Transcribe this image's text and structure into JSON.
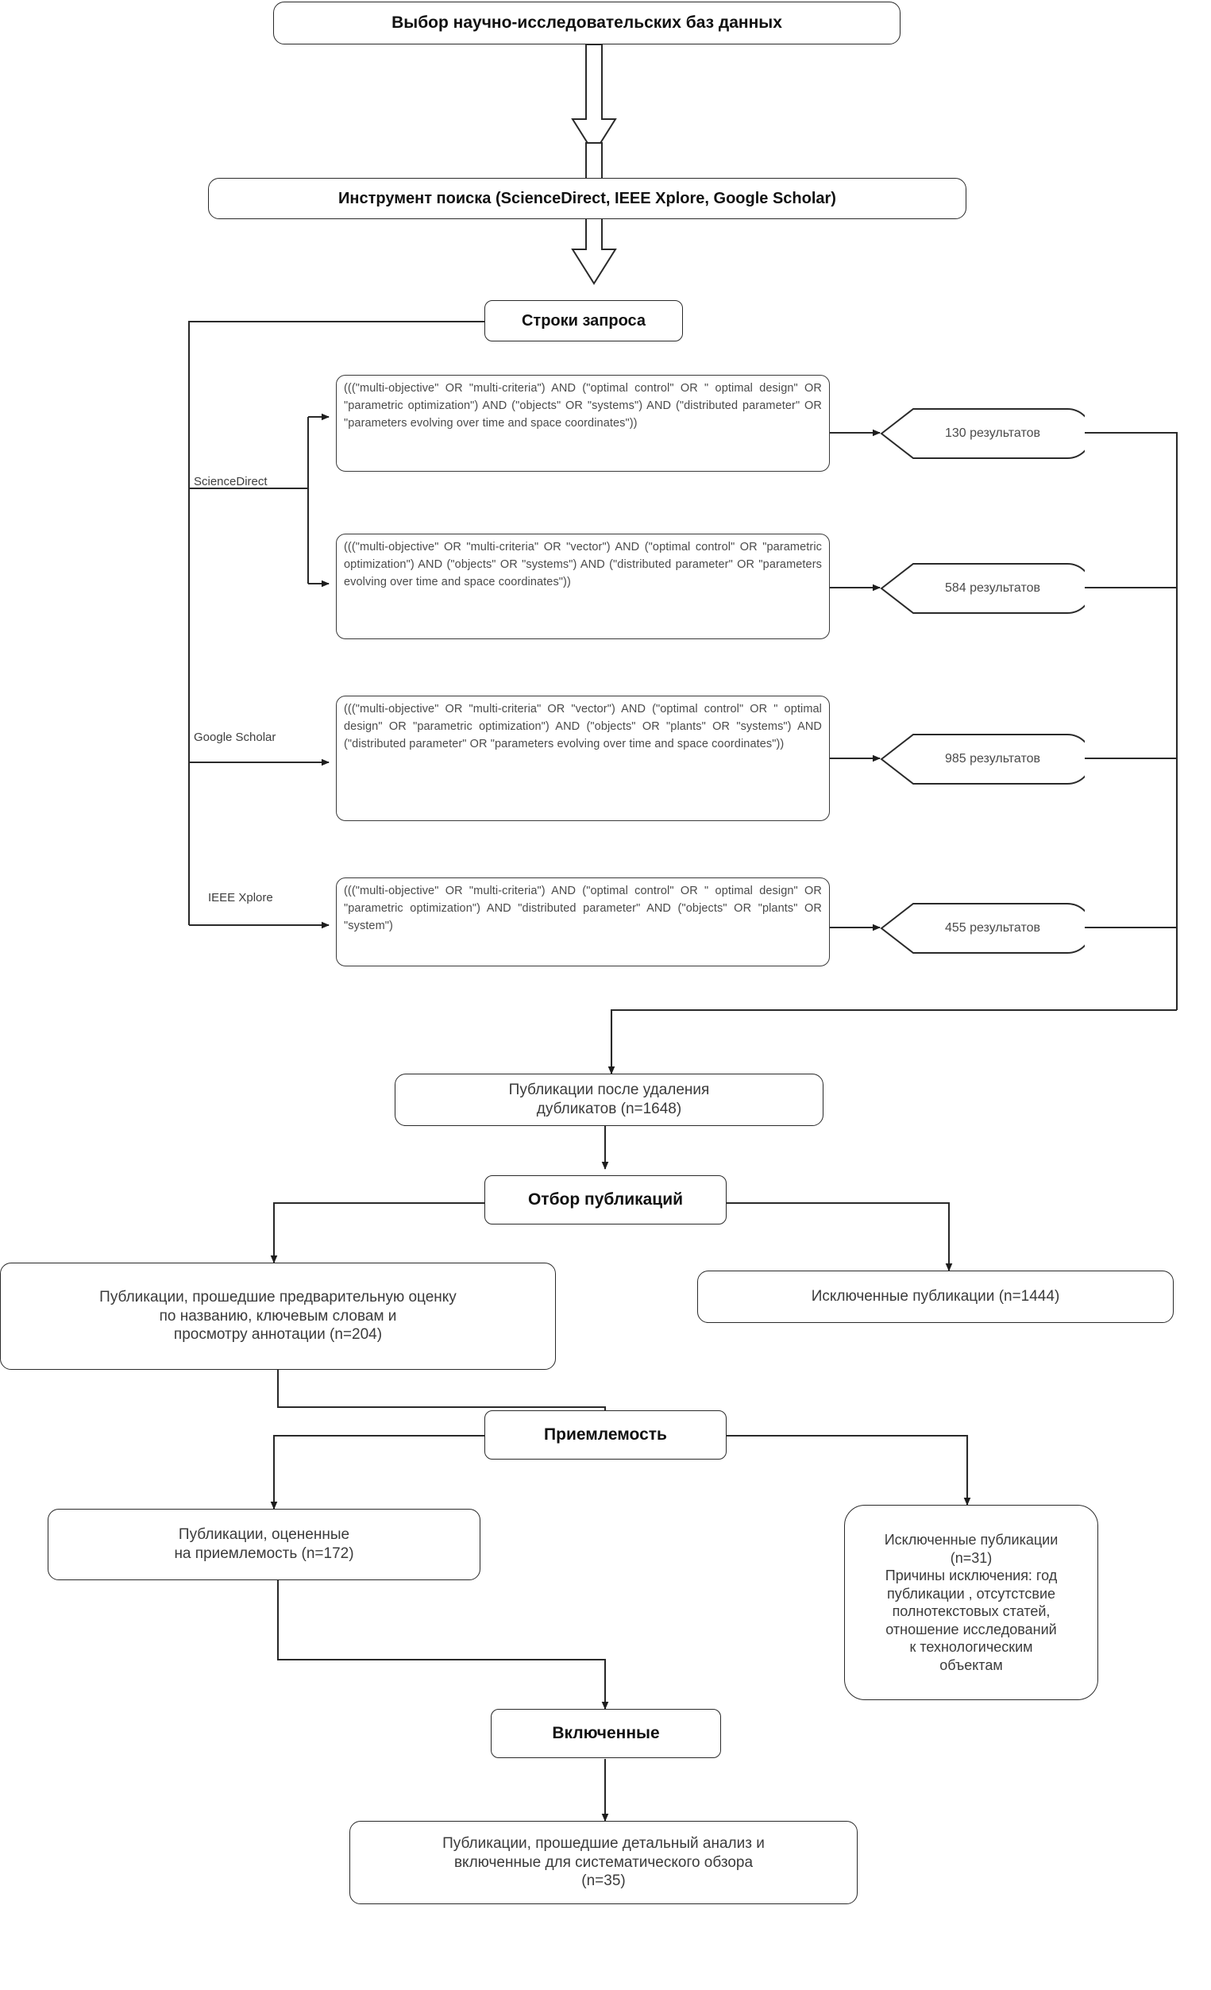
{
  "diagram": {
    "title_node": "Выбор научно-исследовательских баз данных",
    "search_tool_node": "Инструмент поиска (ScienceDirect, IEEE Xplore, Google Scholar)",
    "query_strings_node": "Строки запроса",
    "screening_stage": "Отбор публикаций",
    "eligibility_stage": "Приемлемость",
    "included_stage": "Включенные"
  },
  "databases": [
    {
      "name": "ScienceDirect"
    },
    {
      "name": "Google Scholar"
    },
    {
      "name": "IEEE Xplore"
    }
  ],
  "queries": [
    {
      "id": "query-1",
      "database": "ScienceDirect",
      "text": "(((\"multi-objective\" OR \"multi-criteria\") AND (\"optimal control\" OR \" optimal design\" OR \"parametric optimization\") AND (\"objects\" OR \"systems\") AND (\"distributed parameter\" OR \"parameters evolving over time and space coordinates\"))",
      "results": "130 результатов"
    },
    {
      "id": "query-2",
      "database": "ScienceDirect",
      "text": "(((\"multi-objective\" OR \"multi-criteria\" OR \"vector\") AND (\"optimal control\" OR \"parametric optimization\") AND (\"objects\" OR \"systems\") AND (\"distributed parameter\" OR \"parameters evolving over time and space coordinates\"))",
      "results": "584 результатов"
    },
    {
      "id": "query-3",
      "database": "Google Scholar",
      "text": "(((\"multi-objective\" OR \"multi-criteria\" OR \"vector\") AND (\"optimal control\" OR \" optimal design\" OR \"parametric optimization\") AND (\"objects\" OR \"plants\" OR \"systems\") AND (\"distributed parameter\" OR \"parameters evolving over time and space coordinates\"))",
      "results": "985 результатов"
    },
    {
      "id": "query-4",
      "database": "IEEE Xplore",
      "text": "(((\"multi-objective\" OR \"multi-criteria\") AND (\"optimal control\" OR \" optimal design\" OR \"parametric optimization\") AND \"distributed parameter\" AND (\"objects\" OR \"plants\" OR \"system\")",
      "results": "455 результатов"
    }
  ],
  "flow_boxes": {
    "deduplicated": "Публикации после удаления\nдубликатов  (n=1648)",
    "screened_in": "Публикации, прошедшие предварительную оценку\nпо названию, ключевым словам и\nпросмотру аннотации (n=204)",
    "screened_out": "Исключенные публикации (n=1444)",
    "eligibility_assessed": "Публикации, оцененные\nна приемлемость   (n=172)",
    "eligibility_excluded": "Исключенные публикации\n(n=31)\nПричины исключения: год\nпубликации , отсутстсвие\nполнотекстовых статей,\nотношение исследований\nк технологическим\nобъектам",
    "final_included": "Публикации, прошедшие детальный анализ и\nвключенные для систематического обзора\n(n=35)"
  },
  "colors": {
    "stroke": "#2a2a2a",
    "text": "#3b3b3b",
    "bold_text": "#111111",
    "background": "#ffffff"
  }
}
